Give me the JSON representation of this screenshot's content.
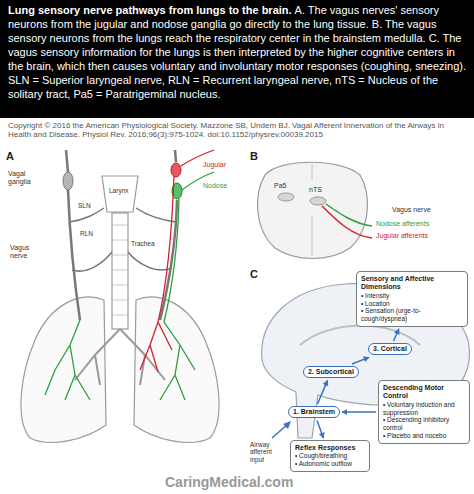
{
  "diagram": {
    "title": "Lung sensory nerve pathways from lungs to the brain.",
    "caption": "A. The vagus nerves' sensory neurons from the jugular and nodose ganglia go directly to the lung tissue. B. The vagus sensory neurons from the lungs reach the respiratory center in the brainstem medulla. C. The vagus sensory information for the lungs is then interpreted by the higher cognitive centers in the brain, which then causes voluntary and involuntary motor responses (coughing, sneezing). SLN = Superior laryngeal nerve, RLN = Recurrent laryngeal nerve, nTS = Nucleus of the solitary tract, Pa5 = Paratrigeminal nucleus.",
    "nodes": [
      {
        "text": [
          "Sensory and Affective Dimensions",
          "• Intensity",
          "• Location",
          "• Sensation (urge-to-cough/dyspnea)"
        ]
      },
      {
        "text": [
          "3. Cortical"
        ]
      },
      {
        "text": [
          "2. Subcortical"
        ]
      },
      {
        "text": [
          "Descending Motor Control",
          "• Voluntary induction and suppression",
          "• Descending inhibitory control",
          "• Placebo and nocebo"
        ]
      },
      {
        "text": [
          "1. Brainstem"
        ]
      },
      {
        "text": [
          "Reflex Responses",
          "• Cough/breathing",
          "• Autonomic outflow"
        ]
      }
    ],
    "edges": [
      {
        "from": 4,
        "to": 2,
        "arrow": "to"
      },
      {
        "from": 2,
        "to": 1,
        "arrow": "to"
      },
      {
        "from": 1,
        "to": 0,
        "arrow": "to"
      },
      {
        "from": 3,
        "to": 4,
        "arrow": "to"
      },
      {
        "from": 4,
        "to": 5,
        "arrow": "to"
      }
    ],
    "labels": [
      "Copyright © 2016 the American Physiological Society. Mazzone SB, Undem BJ. Vagal Afferent Innervation of the Airways in Health and Disease. Physiol Rev. 2016;96(3):975-1024. doi:10.1152/physrev.00039.2015",
      "A",
      "Vagal ganglia",
      "Jugular",
      "Nodose",
      "Larynx",
      "SLN",
      "RLN",
      "Vagus nerve",
      "Trachea",
      "B",
      "Pa5",
      "nTS",
      "Vagus nerve",
      "Nodose afferents",
      "Jugular afferents",
      "C",
      "Airway afferent input",
      "CaringMedical.com"
    ]
  }
}
